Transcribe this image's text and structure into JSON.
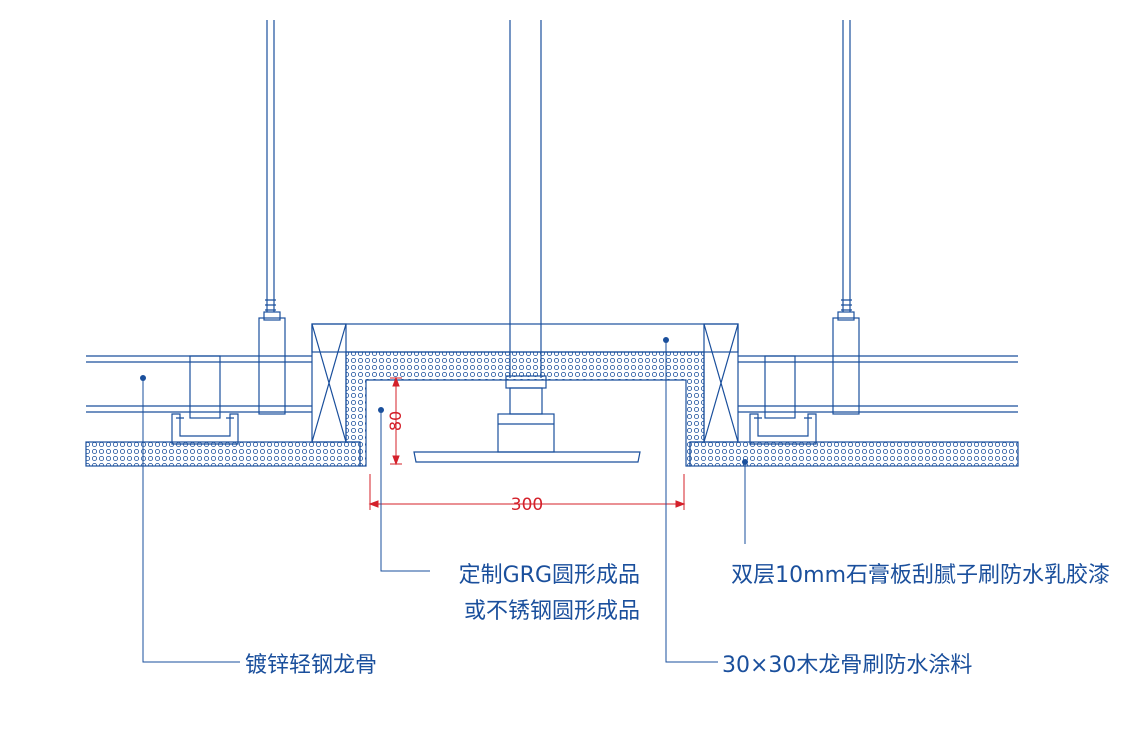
{
  "colors": {
    "linework": "#1a4f9c",
    "dimension": "#d4202a",
    "background": "#ffffff"
  },
  "dimensions": {
    "width_label": "300",
    "height_label": "80"
  },
  "callouts": {
    "light_steel_keel": "镀锌轻钢龙骨",
    "grg_line1": "定制GRG圆形成品",
    "grg_line2": "或不锈钢圆形成品",
    "gypsum_board": "双层10mm石膏板刮腻子刷防水乳胶漆",
    "wood_keel": "30×30木龙骨刷防水涂料"
  }
}
